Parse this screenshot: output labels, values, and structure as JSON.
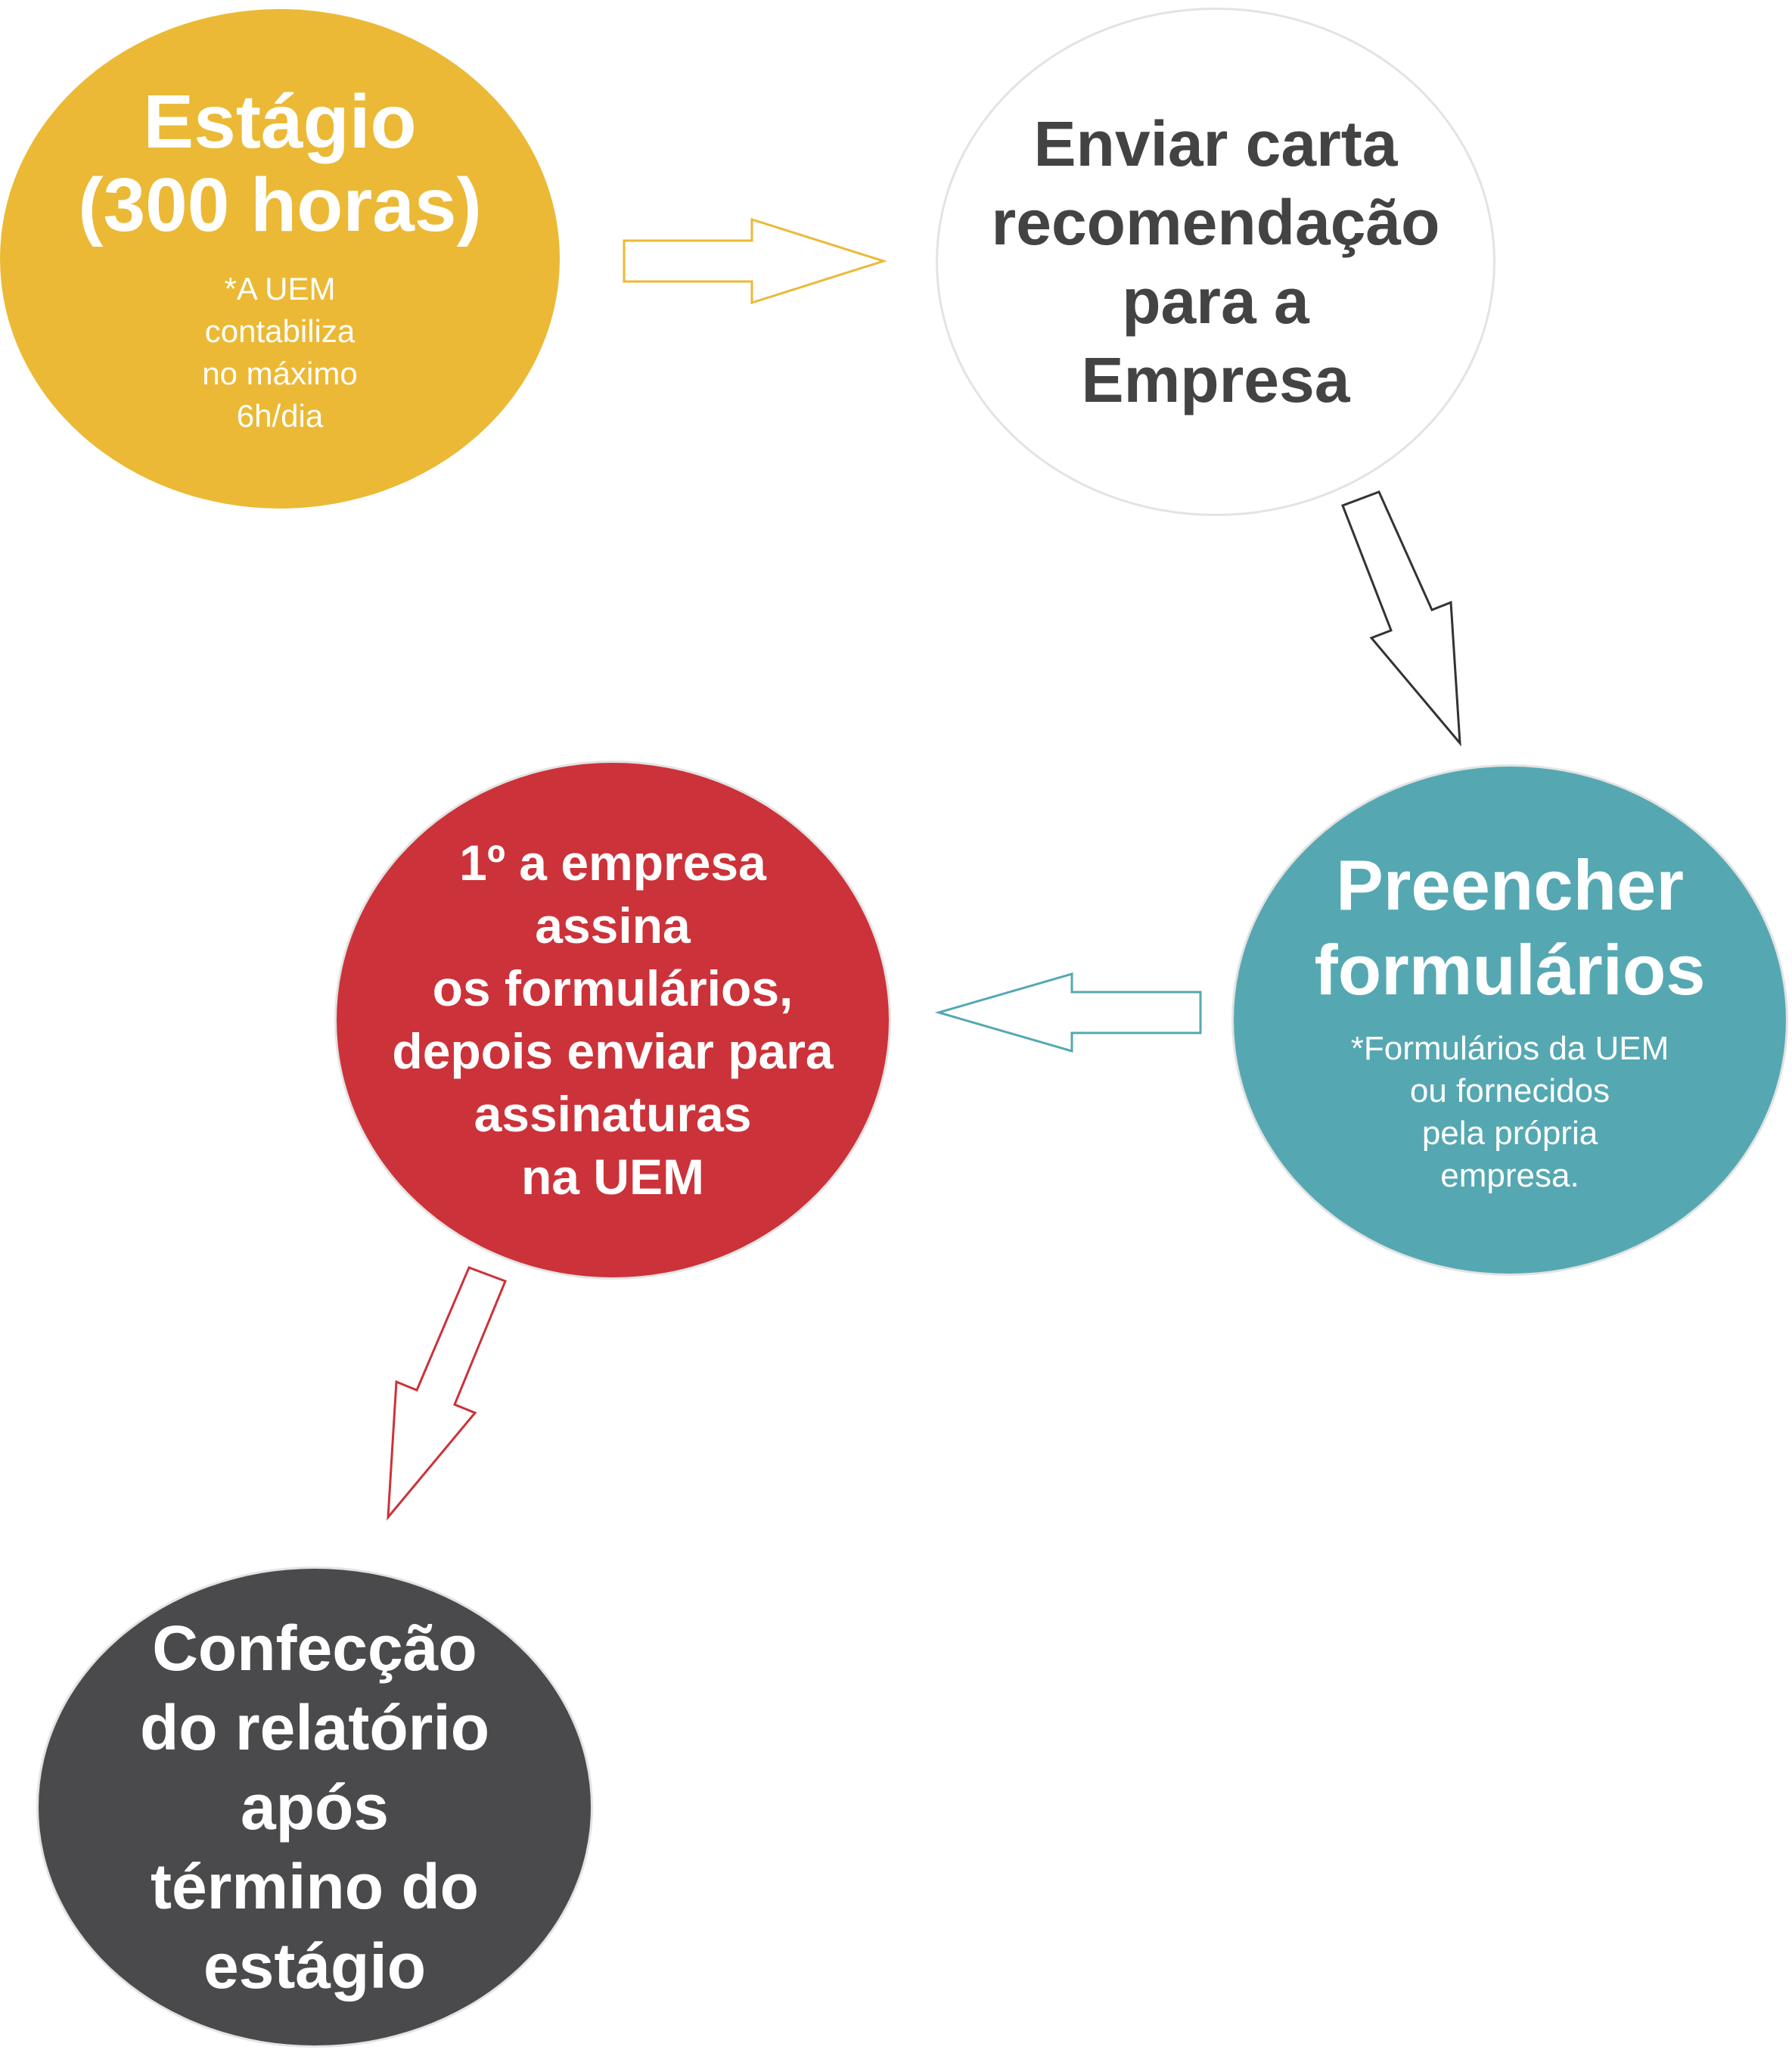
{
  "nodes": {
    "estagio": {
      "title": "Estágio\n(300 horas)",
      "note": "*A UEM\ncontabiliza\nno máximo\n6h/dia",
      "color": "#EBB935"
    },
    "carta": {
      "title": "Enviar carta\nrecomendação\npara a\nEmpresa",
      "color": "#FFFFFF"
    },
    "preencher": {
      "title": "Preencher\nformulários",
      "note": "*Formulários da UEM\nou fornecidos\npela própria\nempresa.",
      "color": "#55A8B2"
    },
    "empresa": {
      "title": "1º a empresa\nassina\nos formulários,\ndepois enviar para\nassinaturas\nna UEM",
      "color": "#CC3239"
    },
    "relatorio": {
      "title": "Confecção\ndo relatório\napós\ntérmino do\nestágio",
      "color": "#4A4A4C"
    }
  },
  "arrows": [
    {
      "from": "estagio",
      "to": "carta",
      "color": "#EBB935"
    },
    {
      "from": "carta",
      "to": "preencher",
      "color": "#333333"
    },
    {
      "from": "preencher",
      "to": "empresa",
      "color": "#55A8B2"
    },
    {
      "from": "empresa",
      "to": "relatorio",
      "color": "#CC3239"
    }
  ]
}
